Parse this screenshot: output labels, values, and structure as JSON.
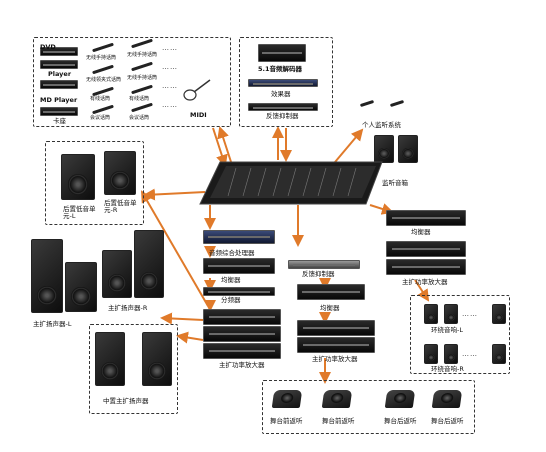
{
  "sources": {
    "dvd": "DVD",
    "player": "Player",
    "md_player": "MD Player",
    "cassette": "卡座",
    "wireless_handheld_1": "无线手持话筒",
    "wireless_handheld_2": "无线手持话筒",
    "wireless_lavalier": "无线领夹式话筒",
    "wireless_handheld_3": "无线手持话筒",
    "wired_mic": "有线话筒",
    "conference_mic_1": "会议话筒",
    "wired_mic_2": "有线话筒",
    "conference_mic_2": "会议话筒",
    "midi": "MIDI",
    "ellipsis": "……"
  },
  "effects": {
    "decoder": "5.1音频解码器",
    "effector": "效果器",
    "feedback": "反馈抑制器"
  },
  "personal_monitor": {
    "title": "个人监听系统",
    "speakers": "监听音箱"
  },
  "rear_speakers": {
    "left": "后置低音单元-L",
    "right": "后置低音单元-R"
  },
  "main_speakers": {
    "left": "主扩扬声器-L",
    "right": "主扩扬声器-R"
  },
  "center_speakers": {
    "label": "中置主扩扬声器"
  },
  "chain": {
    "processor": "音频综合处理器",
    "eq": "均衡器",
    "crossover": "分频器",
    "amp": "主扩功率放大器"
  },
  "chain2": {
    "feedback": "反馈抑制器",
    "eq": "均衡器",
    "amp": "主扩功率放大器"
  },
  "right_chain": {
    "eq": "均衡器",
    "amp": "主扩功率放大器"
  },
  "surround": {
    "left": "环绕音响-L",
    "right": "环绕音响-R",
    "ellipsis": "……"
  },
  "stage_monitors": {
    "front1": "舞台前返听",
    "front2": "舞台前返听",
    "rear1": "舞台后返听",
    "rear2": "舞台后返听"
  }
}
